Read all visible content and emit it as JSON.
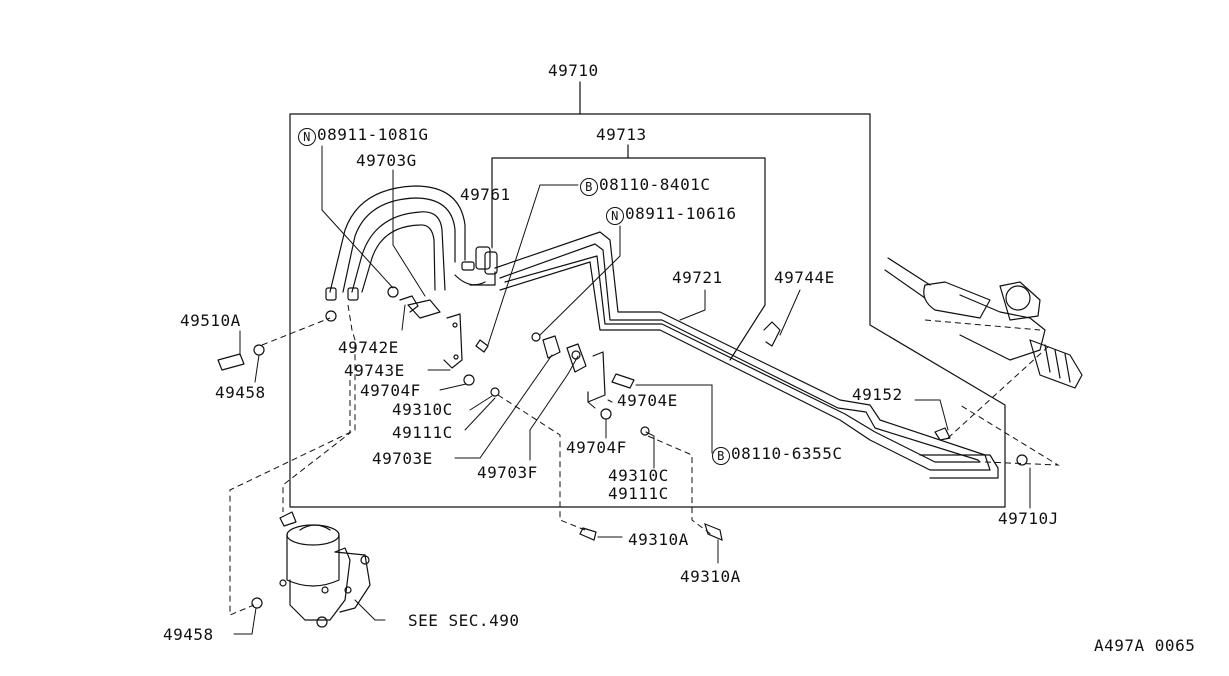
{
  "labels": {
    "p49710": "49710",
    "p49713": "49713",
    "p49761": "49761",
    "p49703G": "49703G",
    "p49721": "49721",
    "p49744E": "49744E",
    "p49510A": "49510A",
    "p49458_a": "49458",
    "p49742E": "49742E",
    "p49743E": "49743E",
    "p49704F_a": "49704F",
    "p49310C_a": "49310C",
    "p49111C_a": "49111C",
    "p49703E": "49703E",
    "p49703F": "49703F",
    "p49704E": "49704E",
    "p49704F_b": "49704F",
    "p49310C_b": "49310C",
    "p49111C_b": "49111C",
    "p49152": "49152",
    "p49710J": "49710J",
    "p49310A_a": "49310A",
    "p49310A_b": "49310A",
    "p49458_b": "49458",
    "see_sec": "SEE SEC.490",
    "drawing_code": "A497A 0065"
  },
  "callouts": {
    "n1": {
      "symbol": "N",
      "part": "08911-1081G"
    },
    "b1": {
      "symbol": "B",
      "part": "08110-8401C"
    },
    "n2": {
      "symbol": "N",
      "part": "08911-10616"
    },
    "b2": {
      "symbol": "B",
      "part": "08110-6355C"
    }
  }
}
